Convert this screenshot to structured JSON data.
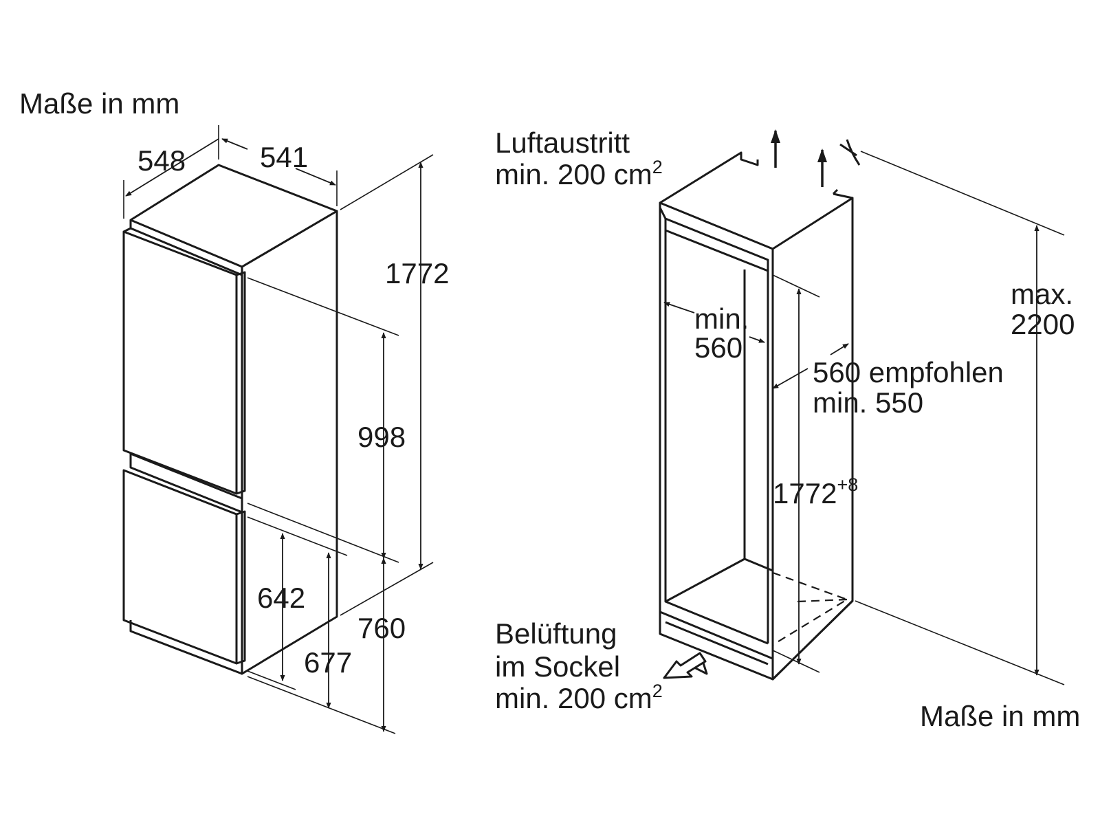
{
  "left_view": {
    "units_label": "Maße in mm",
    "width": "548",
    "depth": "541",
    "height": "1772",
    "upper_door": "998",
    "lower_door": "642",
    "lower_body": "677",
    "lower_total": "760"
  },
  "right_view": {
    "air_outlet_line1": "Luftaustritt",
    "air_outlet_line2_text": "min. 200 cm",
    "air_outlet_line2_sup": "2",
    "niche_width_line1": "min.",
    "niche_width_line2": "560",
    "niche_depth_line1": "560 empfohlen",
    "niche_depth_line2": "min. 550",
    "niche_height_value": "1772",
    "niche_height_tolerance": "+8",
    "max_height_line1": "max.",
    "max_height_line2": "2200",
    "ventilation_line1": "Belüftung",
    "ventilation_line2": "im Sockel",
    "ventilation_line3_text": "min. 200 cm",
    "ventilation_line3_sup": "2",
    "units_label": "Maße in mm"
  }
}
